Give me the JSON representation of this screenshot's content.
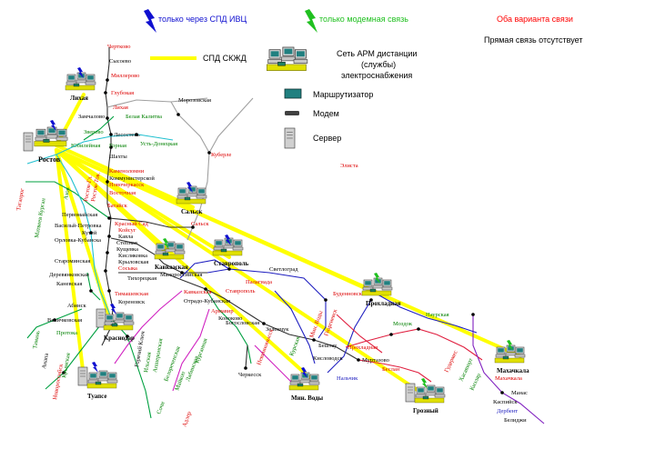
{
  "legend": {
    "ivc_only": "только через СПД ИВЦ",
    "modem_only": "только модемная связь",
    "both": "Оба варианта связи",
    "direct_none": "Прямая связь отсутствует",
    "spd_szhd": "СПД СКЖД",
    "arm_network_1": "Сеть АРМ дистанции",
    "arm_network_2": "(службы)",
    "arm_network_3": "электроснабжения",
    "router": "Маршрутизатор",
    "modem": "Модем",
    "server": "Сервер"
  },
  "colors": {
    "spd": "#ffff00",
    "ivc_bolt": "#1010d0",
    "modem_bolt": "#20c020",
    "both_text": "#ff0000",
    "green_label": "#008000",
    "red_label": "#dd0000",
    "blue_label": "#0000cc",
    "line_gray": "#a0a0a0",
    "line_cyan": "#20c0d0",
    "line_green": "#00a040",
    "line_blue": "#2020c0",
    "line_magenta": "#d020c0",
    "line_red": "#e02040",
    "line_purple": "#8020c0",
    "line_black": "#303030"
  },
  "nodes": {
    "likhaya": "Лихая",
    "rostov": "Ростов",
    "salsk": "Сальск",
    "kavkazskaya": "Кавказская",
    "stavropol": "Ставрополь",
    "krasnodar": "Краснодар",
    "tuapse": "Туапсе",
    "min_vody": "Мин. Воды",
    "prokhladnaya": "Прохладная",
    "groznyy": "Грозный",
    "makhachkala": "Махачкала"
  },
  "stations": {
    "chertkovo": "Чертково",
    "sysoevo": "Сысоево",
    "millerovo": "Миллерово",
    "glubokaya": "Глубокая",
    "likhaya_st": "Лихая",
    "zamchalovo": "Замчалово",
    "belaya_kalitva": "Белая Калитва",
    "morozovskaya": "Морозовская",
    "zverevo": "Зверево",
    "yubileynaya": "Юбилейная",
    "sosnovka": "Лесостепь",
    "gornaya": "Горная",
    "ust_donetskaya": "Усть-Донецкая",
    "shakhty": "Шахты",
    "kuberle": "Куберле",
    "kamenolomni": "Каменоломни",
    "novocherkassk": "Новочеркасск",
    "kommunist": "Коммунистерской",
    "rostov_gl": "Ростов-Гл.",
    "rostov_tov": "Ростов-Тов.",
    "vostochnaya": "Восточная",
    "bataysk": "Батайск",
    "azov": "Азов",
    "matveev_kurgan": "Матвеев Курган",
    "taganrog": "Таганрог",
    "pervomayskaya": "Первомайская",
    "vasilyevo": "Васильй-Петровка",
    "orlovka": "Орловка-Кубанска",
    "kutey": "Кутей",
    "krasnyy_sad": "Красный Сад",
    "koysug": "Койсуг",
    "kavla": "Кавла",
    "stepnaya": "Степная",
    "kuschevka": "Кущевка",
    "kislyakovka": "Кисляковка",
    "krylovskaya": "Крыловская",
    "sosyka": "Сосыка",
    "staromynskaya": "Староминская",
    "derevyankovskaya": "Деревянковская",
    "kanevskaya": "Каневская",
    "timashevskaya": "Тимашевская",
    "korenovsk": "Кореновск",
    "abinsk": "Абинск",
    "velichkovskaya": "Величковская",
    "protoka": "Протока",
    "yelista": "Элиста",
    "salsk_st": "Сальск",
    "krasnodar_st": "Краснодар",
    "tikhoretskaya": "Тихорецкая",
    "malorossiyskaya": "Малороссийская",
    "svetlograd": "Светлоград",
    "palagiada": "Палагиада",
    "kavkazskaya_st": "Кавказская",
    "stavropol_st": "Ставрополь",
    "otrado": "Отрадо-Кубанская",
    "armavir": "Армавир",
    "nevinnomyssk": "Невинномысск",
    "konokovo": "Коноково",
    "bogoslovskaya": "Богословская",
    "zelenchuk": "Зеленчук",
    "cherkessk": "Черкесск",
    "kurskaya": "Курская",
    "budennovsk": "Буденновск",
    "mozdok": "Моздок",
    "naurskaya": "Наурская",
    "prokhladnaya_st": "Прохладная",
    "beshtau": "Бештау",
    "georgievsk": "Георгиевск",
    "min_vody_st": "Мин. Воды",
    "kislovodsk": "Кисловодск",
    "muratovo": "Муртазово",
    "beslan": "Беслан",
    "nalchik": "Нальчик",
    "kotlyarevskaya": "Котляревская",
    "gudermes": "Гудермес",
    "khasavyurt": "Хасавюрт",
    "kizlyar": "Кизляр",
    "makhachkala_st": "Махачкала",
    "manas": "Манас",
    "kaspiysk": "Каспийск",
    "derbent": "Дербент",
    "belidzhi": "Белиджи",
    "tamana": "Тамань",
    "anapa": "Анапа",
    "novorossiysk": "Новороссийск",
    "krymskaya": "Крымская",
    "tuapse_st": "Туапсе",
    "sochi": "Сочи",
    "adler": "Адлер",
    "gorjachiy": "Горячий Ключ",
    "belorechenskaya": "Белореченская",
    "maykop": "Майкоп",
    "labinskaya": "Лабинская",
    "kurgannaya": "Курганная",
    "grozny_st": "Грозный",
    "ilskaya": "Ильская",
    "apsheronsk": "Апшеронская"
  }
}
